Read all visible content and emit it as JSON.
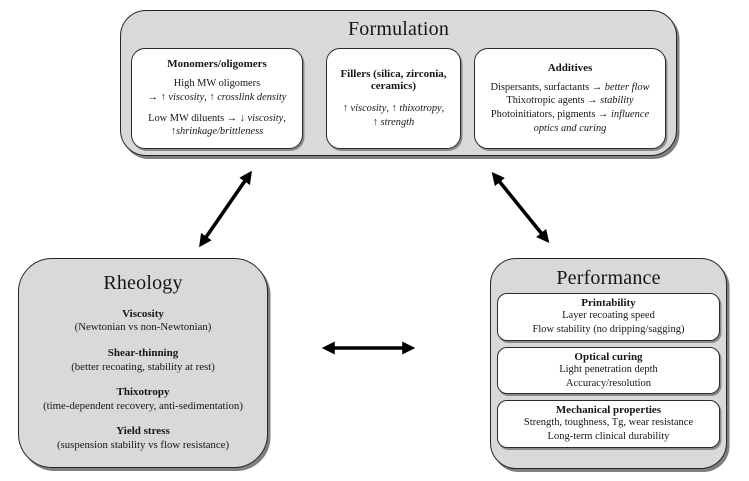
{
  "colors": {
    "group_fill": "#d9d9d9",
    "card_fill": "#ffffff",
    "border": "#262626",
    "shadow": "#7e7e7e",
    "arrow": "#000000",
    "text": "#161616"
  },
  "formulation": {
    "title": "Formulation",
    "monomers": {
      "title": "Monomers/oligomers",
      "p1": [
        {
          "t": "High MW oligomers"
        },
        {
          "br": true
        },
        {
          "t": "→ ↑ "
        },
        {
          "t": "viscosity",
          "i": true
        },
        {
          "t": ", ↑ "
        },
        {
          "t": "crosslink density",
          "i": true
        }
      ],
      "p2": [
        {
          "t": "Low MW diluents → ↓ "
        },
        {
          "t": "viscosity",
          "i": true
        },
        {
          "t": ","
        },
        {
          "br": true
        },
        {
          "t": "↑shrinkage/brittleness",
          "i": true
        }
      ]
    },
    "fillers": {
      "title": "Fillers (silica, zirconia, ceramics)",
      "p1": [
        {
          "t": "↑ "
        },
        {
          "t": "viscosity",
          "i": true
        },
        {
          "t": ", ↑ "
        },
        {
          "t": "thixotropy",
          "i": true
        },
        {
          "t": ","
        },
        {
          "br": true
        },
        {
          "t": "↑ "
        },
        {
          "t": "strength",
          "i": true
        }
      ]
    },
    "additives": {
      "title": "Additives",
      "p1": [
        {
          "t": "Dispersants, surfactants → "
        },
        {
          "t": "better flow",
          "i": true
        },
        {
          "br": true
        },
        {
          "t": "Thixotropic agents → "
        },
        {
          "t": "stability",
          "i": true
        },
        {
          "br": true
        },
        {
          "t": "Photoinitiators, pigments → "
        },
        {
          "t": "influence optics and curing",
          "i": true
        }
      ]
    }
  },
  "rheology": {
    "title": "Rheology",
    "items": [
      {
        "heading": "Viscosity",
        "detail": "(Newtonian vs non-Newtonian)"
      },
      {
        "heading": "Shear-thinning",
        "detail": "(better recoating, stability at rest)"
      },
      {
        "heading": "Thixotropy",
        "detail": "(time-dependent recovery, anti-sedimentation)"
      },
      {
        "heading": "Yield stress",
        "detail": "(suspension stability vs flow resistance)"
      }
    ]
  },
  "performance": {
    "title": "Performance",
    "boxes": [
      {
        "title": "Printability",
        "lines": [
          "Layer recoating speed",
          "Flow stability (no dripping/sagging)"
        ]
      },
      {
        "title": "Optical curing",
        "lines": [
          "Light penetration depth",
          "Accuracy/resolution"
        ]
      },
      {
        "title": "Mechanical properties",
        "lines": [
          "Strength, toughness, Tg, wear resistance",
          "Long-term clinical durability"
        ]
      }
    ]
  },
  "arrows": [
    {
      "name": "formulation-rheology",
      "style": "double-headed"
    },
    {
      "name": "formulation-performance",
      "style": "double-headed"
    },
    {
      "name": "rheology-performance",
      "style": "double-headed"
    }
  ]
}
